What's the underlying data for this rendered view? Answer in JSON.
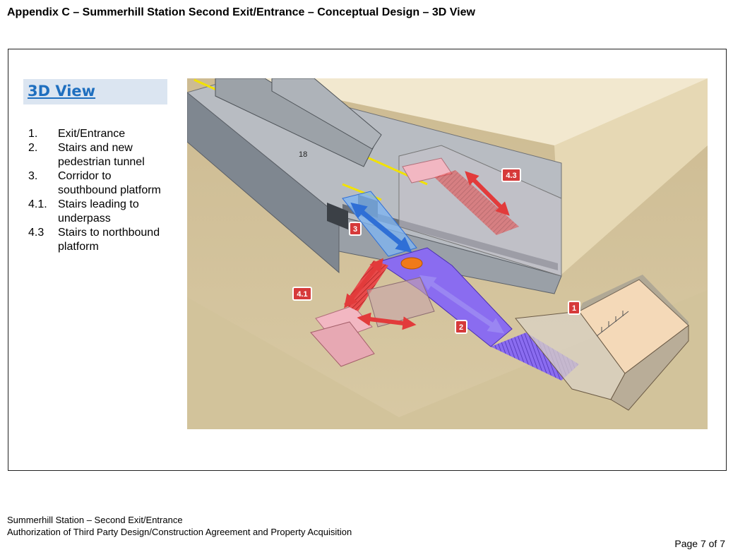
{
  "document": {
    "title": "Appendix C – Summerhill Station Second Exit/Entrance – Conceptual Design – 3D View"
  },
  "panel": {
    "heading": "3D View",
    "legend": [
      {
        "num": "1.",
        "text": "Exit/Entrance"
      },
      {
        "num": "2.",
        "text": "Stairs and new pedestrian tunnel"
      },
      {
        "num": "3.",
        "text": "Corridor to southbound platform"
      },
      {
        "num": "4.1.",
        "text": "Stairs leading to underpass"
      },
      {
        "num": "4.3",
        "text": "Stairs to northbound platform"
      }
    ]
  },
  "diagram": {
    "train_number": "18",
    "callouts": {
      "exit_entrance": "1",
      "tunnel": "2",
      "corridor": "3",
      "underpass_stairs": "4.1",
      "northbound_stairs": "4.3"
    },
    "colors": {
      "tunnel_purple": "#8a6cf0",
      "corridor_blue": "#3f7fe0",
      "stairs_red": "#e23b3b",
      "stairs_pink": "#f2b7c2",
      "ground": "#d8c9a4",
      "marker_orange": "#f07a1a"
    }
  },
  "footer": {
    "line1": "Summerhill Station – Second Exit/Entrance",
    "line2": "Authorization of Third Party Design/Construction Agreement and Property Acquisition",
    "page": "Page 7 of 7"
  }
}
